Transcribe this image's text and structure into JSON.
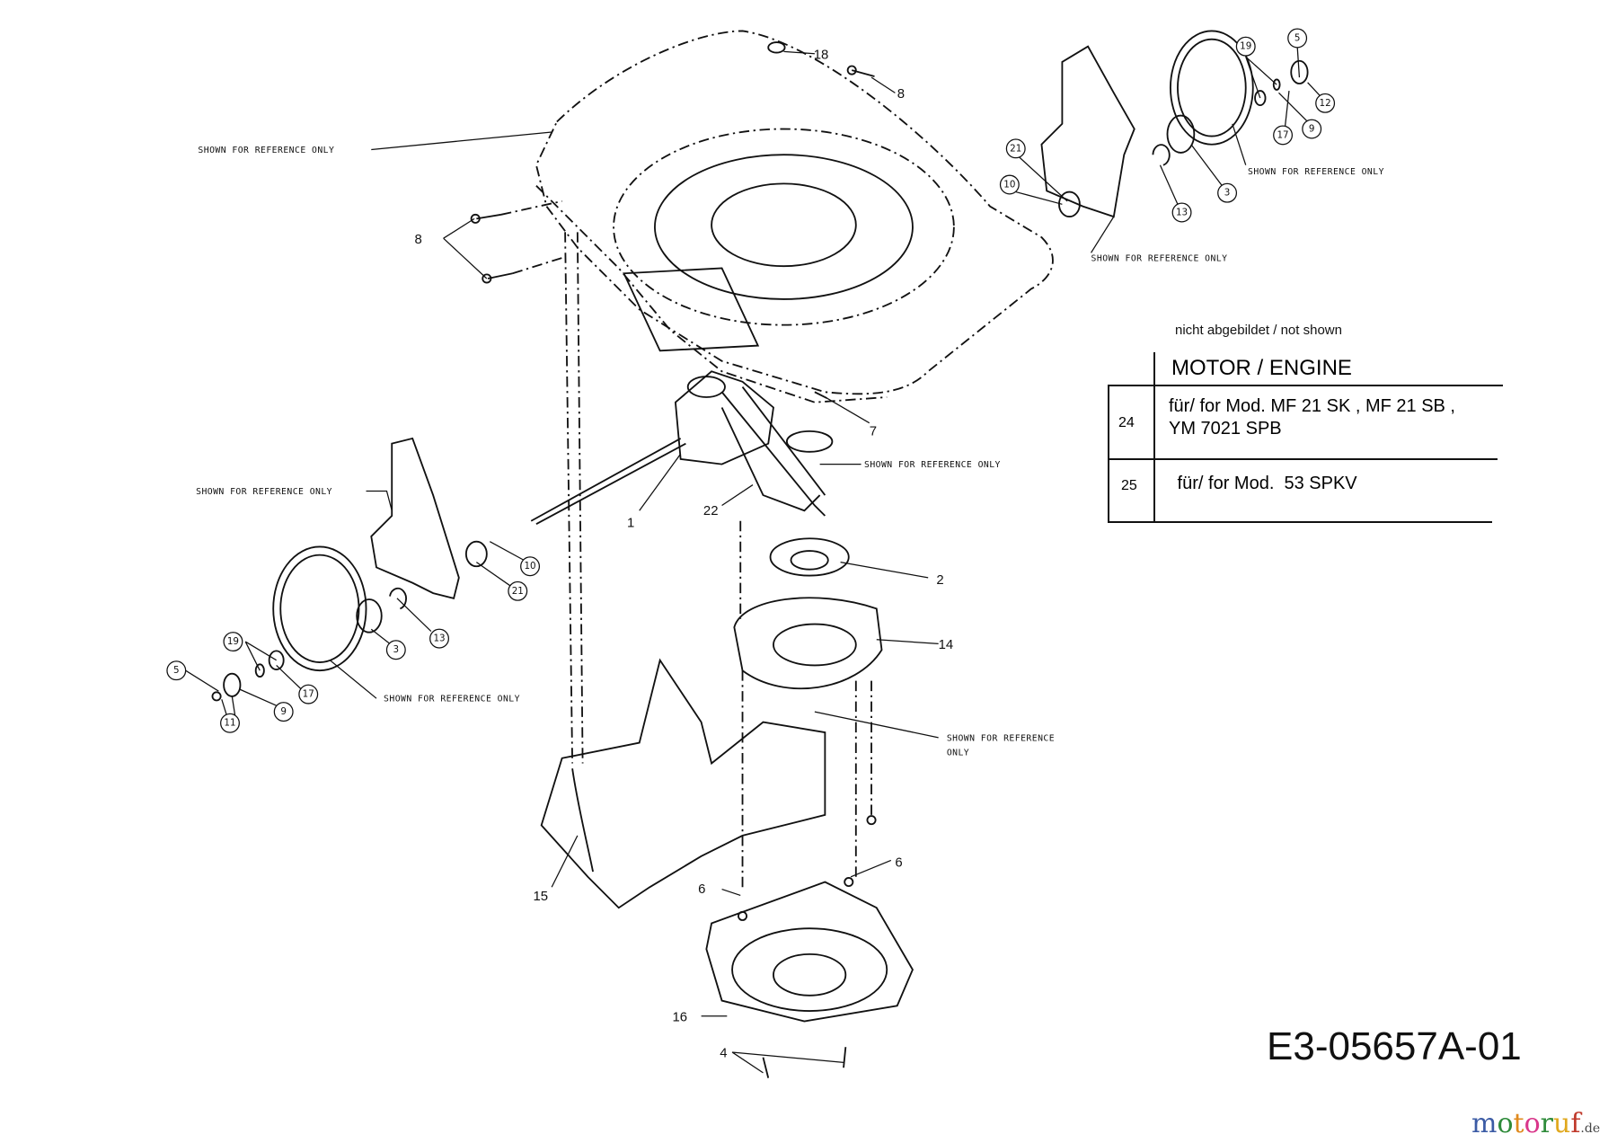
{
  "diagram": {
    "drawing_number": "E3-05657A-01",
    "reference_note": "SHOWN FOR REFERENCE ONLY",
    "reference_note_split": [
      "SHOWN FOR REFERENCE",
      "ONLY"
    ],
    "callouts": {
      "c18": "18",
      "c8a": "8",
      "c8b": "8",
      "r19": "19",
      "r5": "5",
      "r12": "12",
      "r17": "17",
      "r9": "9",
      "r3": "3",
      "r13": "13",
      "r21": "21",
      "r10": "10",
      "c7": "7",
      "c1": "1",
      "c22": "22",
      "l10": "10",
      "l21": "21",
      "l13": "13",
      "l3": "3",
      "l19": "19",
      "l5": "5",
      "l17": "17",
      "l9": "9",
      "l11": "11",
      "c2": "2",
      "c14": "14",
      "c6a": "6",
      "c6b": "6",
      "c15": "15",
      "c16": "16",
      "c4": "4"
    }
  },
  "not_shown": {
    "caption": "nicht abgebildet / not shown",
    "header": "MOTOR / ENGINE",
    "rows": [
      {
        "number": "24",
        "line1": "für/ for Mod. MF 21 SK , MF 21 SB ,",
        "line2": "YM 7021 SPB"
      },
      {
        "number": "25",
        "line1": " für/ for Mod.  53 SPKV"
      }
    ]
  },
  "watermark": {
    "brand": "motoruf",
    "tld": ".de",
    "colors": [
      "#3b5ba5",
      "#2e8b3a",
      "#e08a1e",
      "#d9368a",
      "#2e8b3a",
      "#e0a81e",
      "#c0392b"
    ]
  }
}
